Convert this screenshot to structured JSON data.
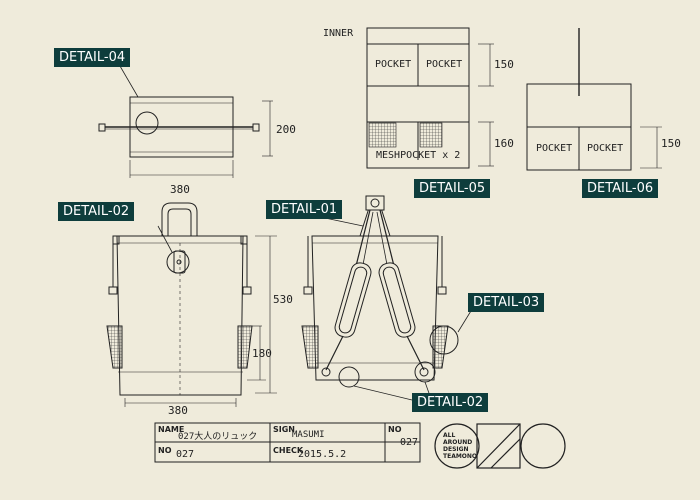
{
  "labels": {
    "inner": "INNER",
    "pocket": "POCKET",
    "meshpocket": "MESHPOCKET x 2"
  },
  "tags": {
    "detail_04": "DETAIL-04",
    "detail_05": "DETAIL-05",
    "detail_06": "DETAIL-06",
    "detail_02_front": "DETAIL-02",
    "detail_01": "DETAIL-01",
    "detail_03": "DETAIL-03",
    "detail_02_back": "DETAIL-02"
  },
  "dimensions": {
    "top_depth": "200",
    "top_width": "380",
    "inner_upper": "150",
    "inner_lower": "160",
    "outer_pocket": "150",
    "front_height": "530",
    "front_pocket_height": "180",
    "front_width": "380"
  },
  "title_block": {
    "name_label": "NAME",
    "name_value": "027大人のリュック",
    "sign_label": "SIGN",
    "sign_value": "MASUMI",
    "no_label": "NO",
    "no_value": "027",
    "check_label": "CHECK",
    "check_value": "2015.5.2",
    "no_label_right": "NO",
    "no_value_right": "027"
  },
  "logo": {
    "line1": "ALL",
    "line2": "AROUND",
    "line3": "DESIGN",
    "line4": "TEAMONO"
  },
  "colors": {
    "background": "#efebdb",
    "tag": "#0e3d3c",
    "line": "#222222"
  }
}
